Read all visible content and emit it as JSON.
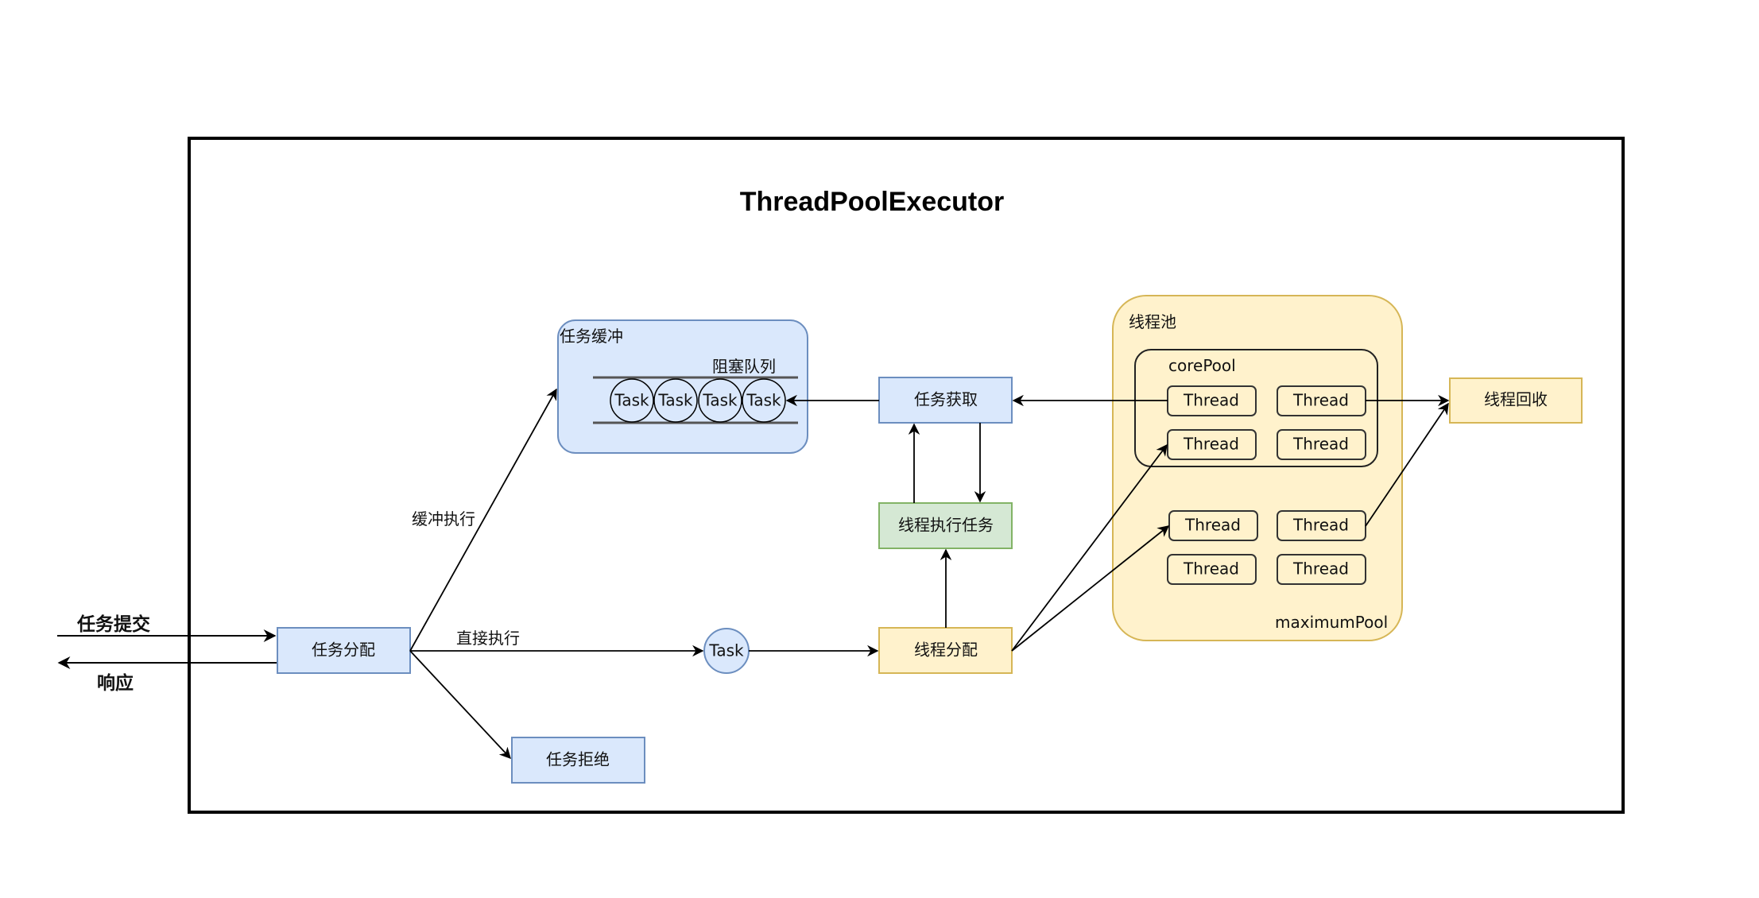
{
  "title": "ThreadPoolExecutor",
  "colors": {
    "blue_fill": "#dae8fc",
    "blue_stroke": "#6c8ebf",
    "yellow_fill": "#fff2cc",
    "yellow_stroke": "#d6b656",
    "green_fill": "#d5e8d4",
    "green_stroke": "#82b366",
    "line": "#000000"
  },
  "external": {
    "submit_label": "任务提交",
    "response_label": "响应"
  },
  "nodes": {
    "dispatch": "任务分配",
    "reject": "任务拒绝",
    "fetch": "任务获取",
    "execute": "线程执行任务",
    "thread_assign": "线程分配",
    "recycle": "线程回收",
    "task_single": "Task"
  },
  "buffer": {
    "title": "任务缓冲",
    "queue_label": "阻塞队列",
    "tasks": [
      "Task",
      "Task",
      "Task",
      "Task"
    ]
  },
  "pool": {
    "title": "线程池",
    "core_label": "corePool",
    "max_label": "maximumPool",
    "core_threads": [
      "Thread",
      "Thread",
      "Thread",
      "Thread"
    ],
    "extra_threads": [
      "Thread",
      "Thread",
      "Thread",
      "Thread"
    ]
  },
  "edges": {
    "buffered": "缓冲执行",
    "direct": "直接执行"
  }
}
